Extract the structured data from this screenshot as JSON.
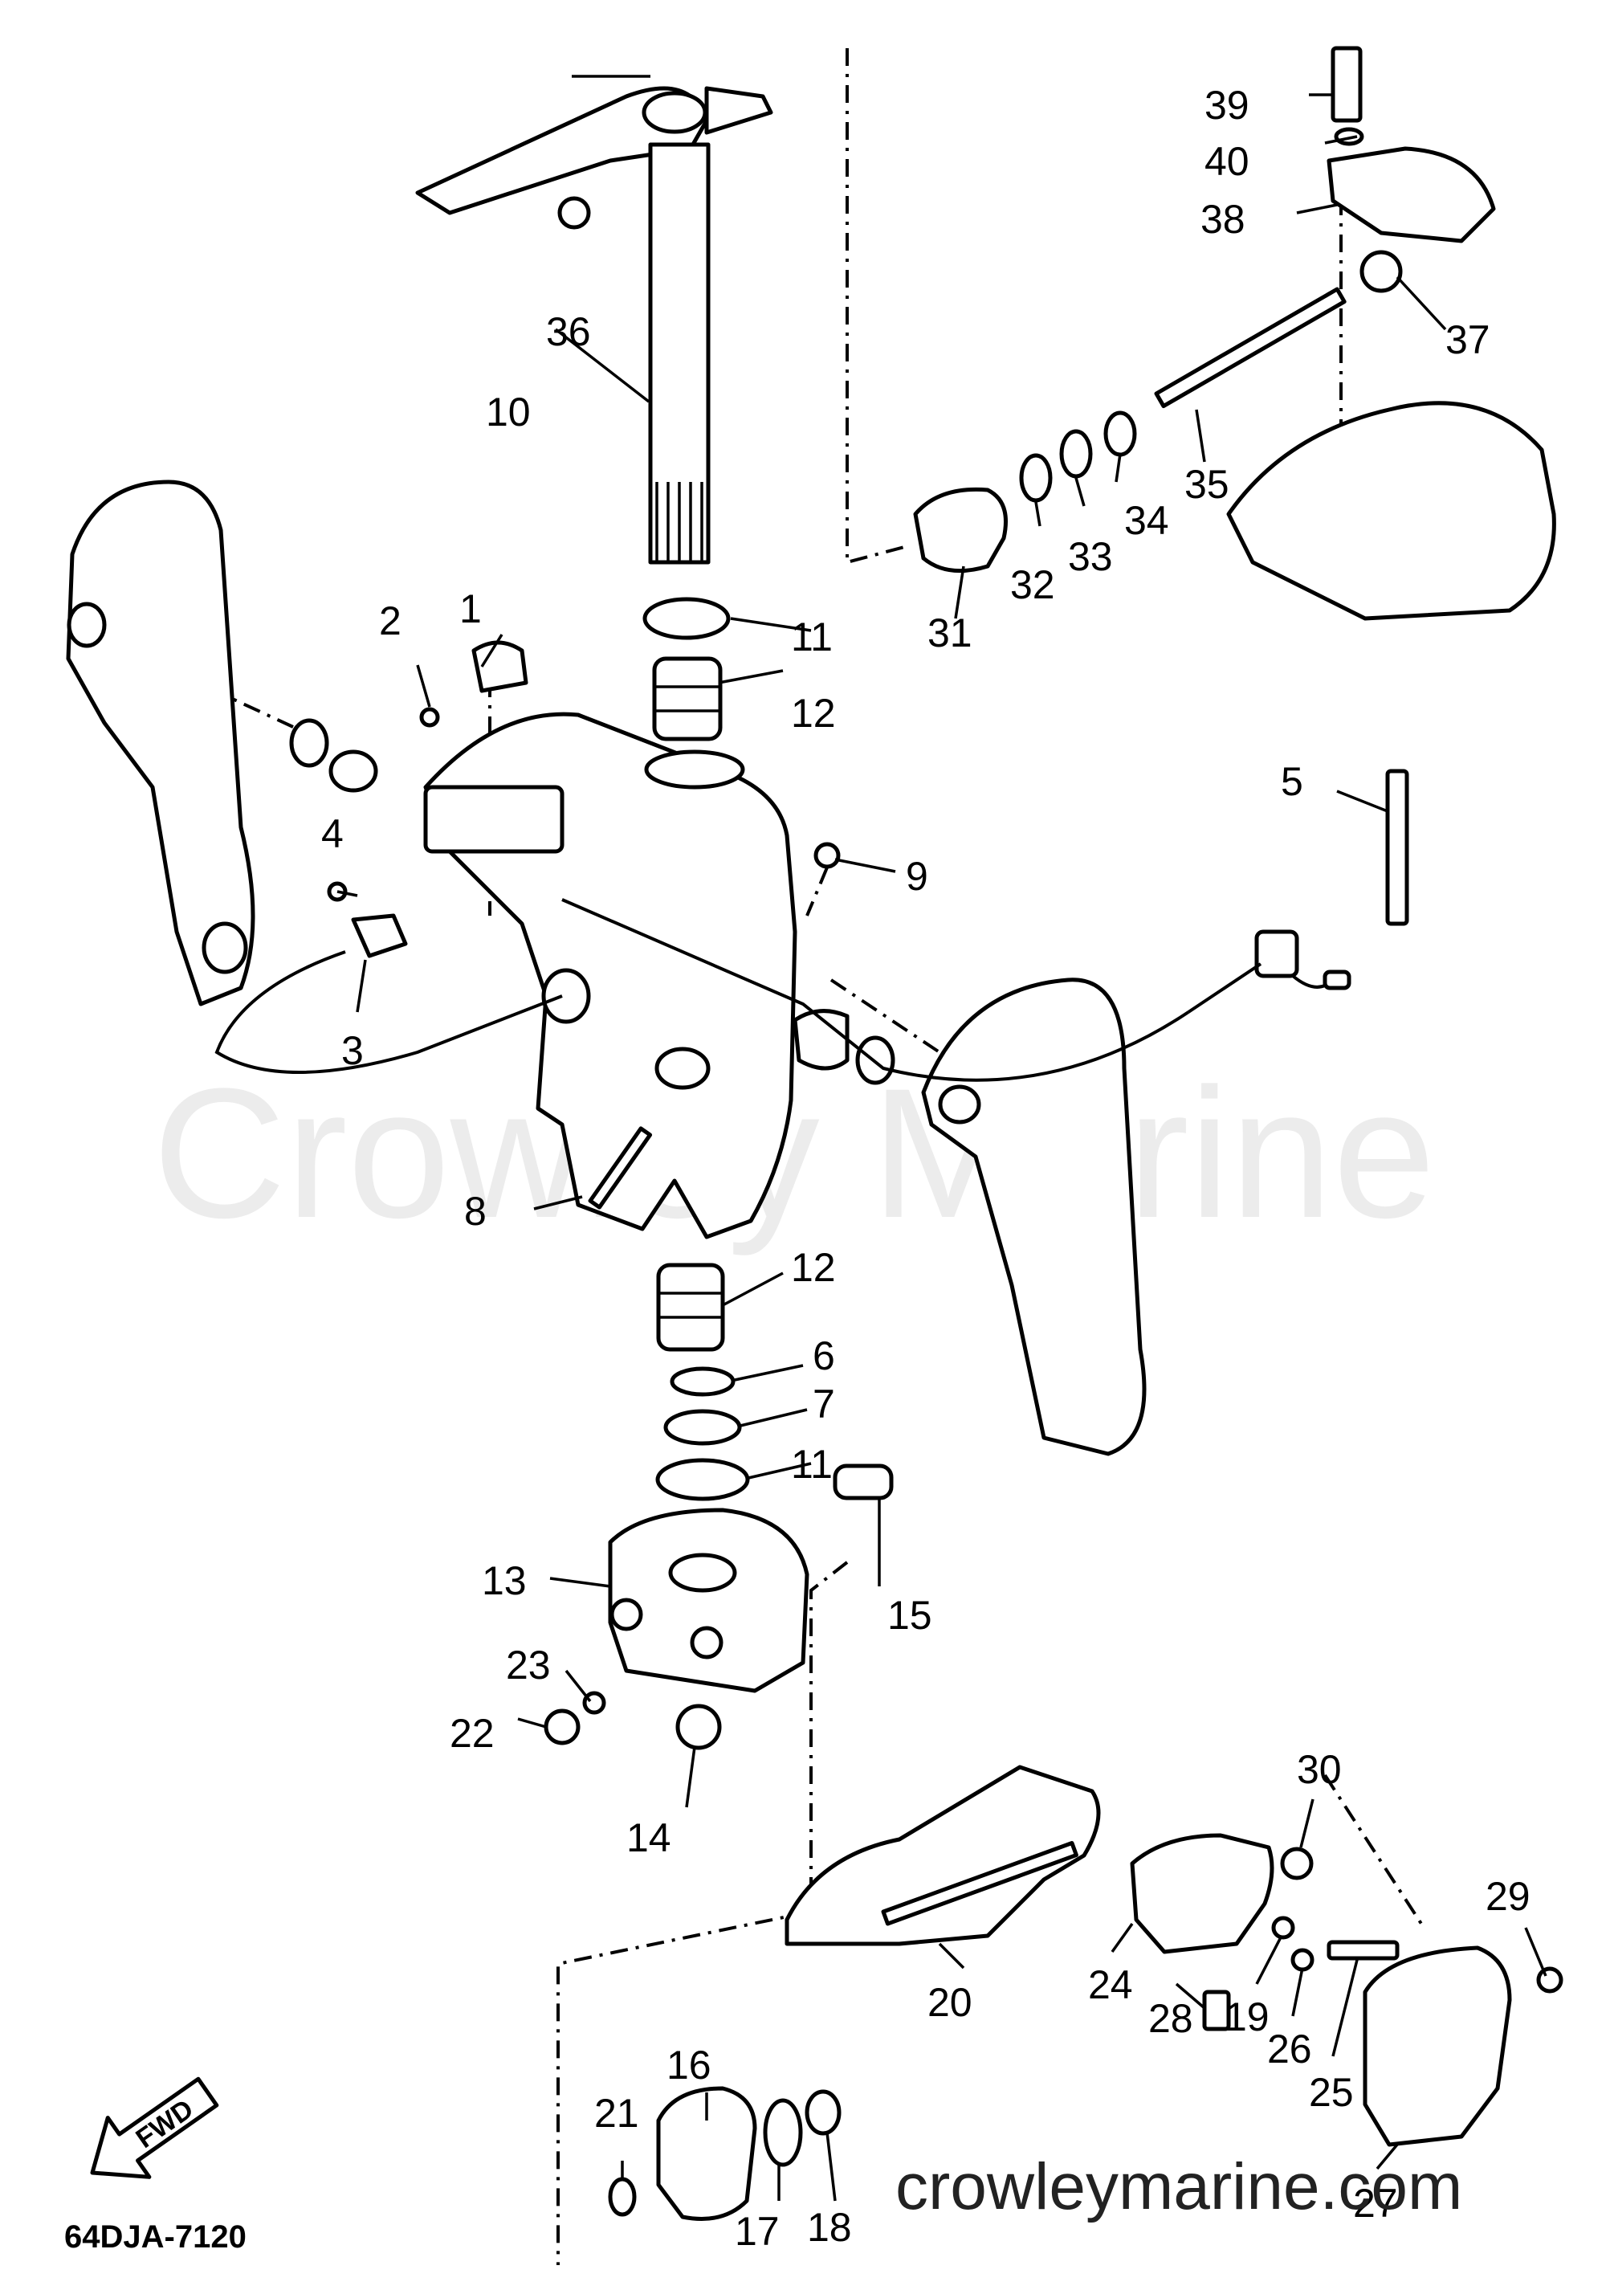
{
  "diagram": {
    "drawing_code": "64DJA-7120",
    "watermark": "Crowley Marine",
    "website": "crowleymarine.com",
    "fwd_label": "FWD",
    "callouts": [
      "1",
      "2",
      "3",
      "4",
      "5",
      "6",
      "7",
      "8",
      "9",
      "10",
      "11",
      "11",
      "12",
      "12",
      "13",
      "14",
      "15",
      "16",
      "17",
      "18",
      "19",
      "20",
      "21",
      "22",
      "23",
      "24",
      "25",
      "26",
      "27",
      "28",
      "29",
      "30",
      "31",
      "32",
      "33",
      "34",
      "35",
      "36",
      "37",
      "38",
      "39",
      "40"
    ]
  }
}
